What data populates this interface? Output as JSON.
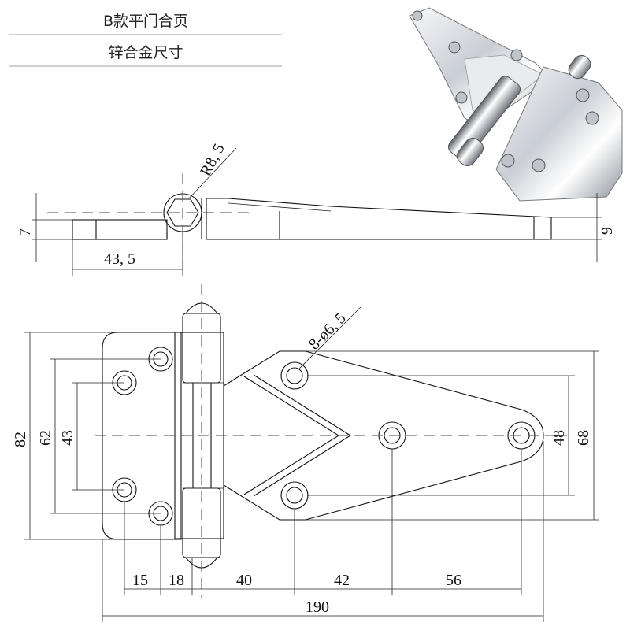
{
  "header": {
    "title": "B款平门合页",
    "subtitle": "锌合金尺寸"
  },
  "dimensions": {
    "radius": "R8, 5",
    "thickness_left": "7",
    "thickness_right": "9",
    "pin_offset": "43, 5",
    "hole_spec": "8-ø6, 5",
    "height_overall": "82",
    "height_left_holes_outer": "62",
    "height_left_holes_inner": "43",
    "height_right_outer": "68",
    "height_right_holes": "48",
    "seg_15": "15",
    "seg_18": "18",
    "seg_40": "40",
    "seg_42": "42",
    "seg_56": "56",
    "length_overall": "190"
  },
  "colors": {
    "line": "#111111",
    "header_rule": "#cfcfcf",
    "metal_light": "#f2f4f7",
    "metal_dark": "#8a9099"
  }
}
